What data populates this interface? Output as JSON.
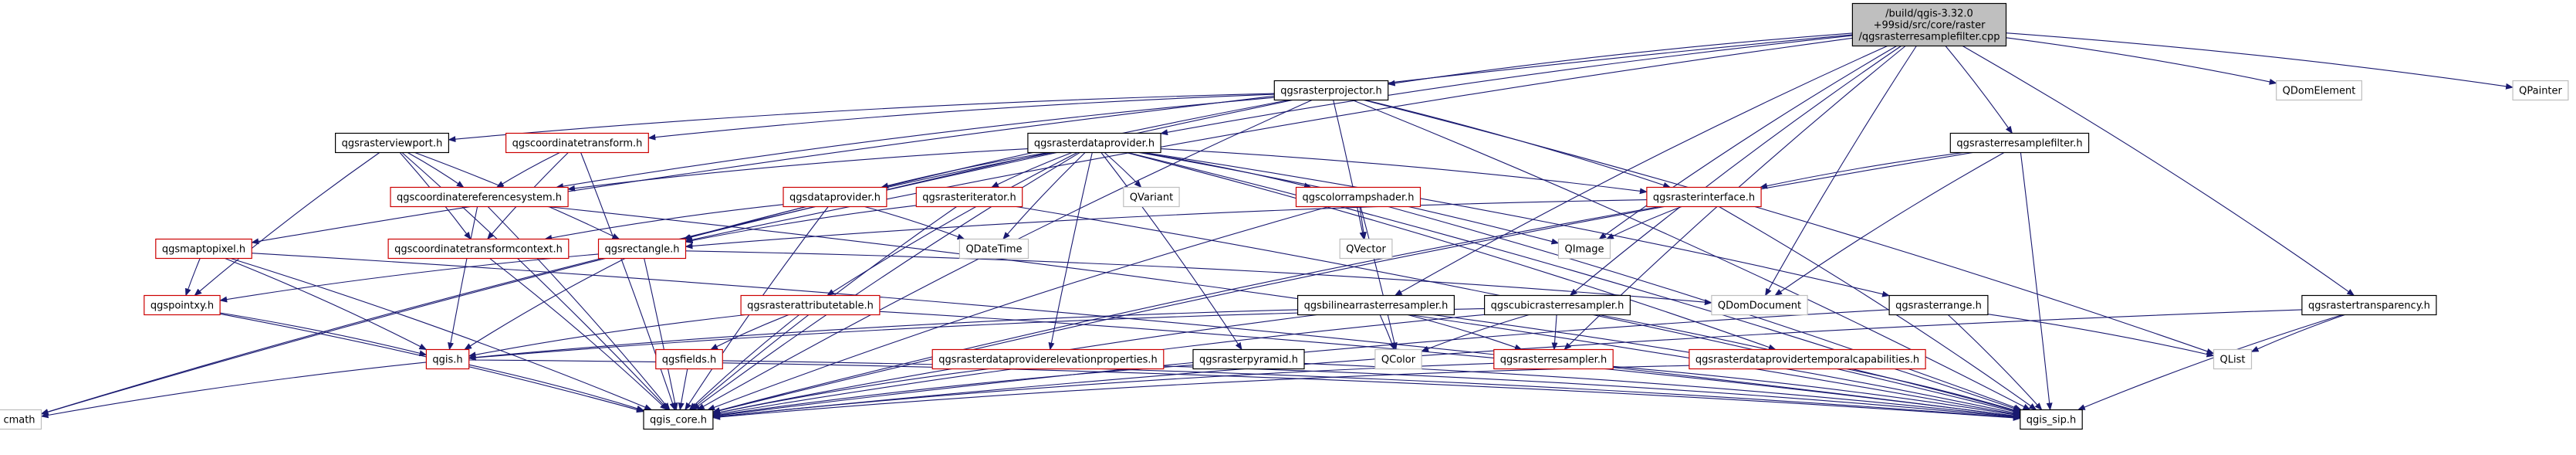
{
  "graph": {
    "colors": {
      "edge": "#191970",
      "text_link": "#000000",
      "text_red": "#cc0000",
      "border_black": "#000000",
      "border_red": "#cc0000",
      "border_gray": "#bfbfbf",
      "root_fill": "#bfbfbf",
      "fill": "#ffffff"
    },
    "nodes": [
      {
        "id": "root",
        "lines": [
          "/build/qgis-3.32.0",
          "+99sid/src/core/raster",
          "/qgsrasterresamplefilter.cpp"
        ],
        "style": "root"
      },
      {
        "id": "qgsrasterprojector",
        "lines": [
          "qgsrasterprojector.h"
        ],
        "style": "normal"
      },
      {
        "id": "qdomelement",
        "lines": [
          "QDomElement"
        ],
        "style": "gray"
      },
      {
        "id": "qpainter",
        "lines": [
          "QPainter"
        ],
        "style": "gray"
      },
      {
        "id": "qgsrasterviewport",
        "lines": [
          "qgsrasterviewport.h"
        ],
        "style": "normal"
      },
      {
        "id": "qgscoordinatetransform",
        "lines": [
          "qgscoordinatetransform.h"
        ],
        "style": "red"
      },
      {
        "id": "qgsrasterdataprovider",
        "lines": [
          "qgsrasterdataprovider.h"
        ],
        "style": "normal"
      },
      {
        "id": "qgsrasterresamplefilter",
        "lines": [
          "qgsrasterresamplefilter.h"
        ],
        "style": "normal"
      },
      {
        "id": "qgscoordinatereferencesystem",
        "lines": [
          "qgscoordinatereferencesystem.h"
        ],
        "style": "red"
      },
      {
        "id": "qgsdataprovider",
        "lines": [
          "qgsdataprovider.h"
        ],
        "style": "red"
      },
      {
        "id": "qgsrasteriterator",
        "lines": [
          "qgsrasteriterator.h"
        ],
        "style": "red"
      },
      {
        "id": "qvariant",
        "lines": [
          "QVariant"
        ],
        "style": "gray"
      },
      {
        "id": "qgscolorrampshader",
        "lines": [
          "qgscolorrampshader.h"
        ],
        "style": "red"
      },
      {
        "id": "qgsrasterinterface",
        "lines": [
          "qgsrasterinterface.h"
        ],
        "style": "red"
      },
      {
        "id": "qgsmaptopixel",
        "lines": [
          "qgsmaptopixel.h"
        ],
        "style": "red"
      },
      {
        "id": "qgscoordinatetransformcontext",
        "lines": [
          "qgscoordinatetransformcontext.h"
        ],
        "style": "red"
      },
      {
        "id": "qgsrectangle",
        "lines": [
          "qgsrectangle.h"
        ],
        "style": "red"
      },
      {
        "id": "qdatetime",
        "lines": [
          "QDateTime"
        ],
        "style": "gray"
      },
      {
        "id": "qvector",
        "lines": [
          "QVector"
        ],
        "style": "gray"
      },
      {
        "id": "qimage",
        "lines": [
          "QImage"
        ],
        "style": "gray"
      },
      {
        "id": "qgspointxy",
        "lines": [
          "qgspointxy.h"
        ],
        "style": "red"
      },
      {
        "id": "qgsrasterattributetable",
        "lines": [
          "qgsrasterattributetable.h"
        ],
        "style": "red"
      },
      {
        "id": "qgsbilinearrasterresampler",
        "lines": [
          "qgsbilinearrasterresampler.h"
        ],
        "style": "normal"
      },
      {
        "id": "qgscubicrasterresampler",
        "lines": [
          "qgscubicrasterresampler.h"
        ],
        "style": "normal"
      },
      {
        "id": "qdomdocument",
        "lines": [
          "QDomDocument"
        ],
        "style": "gray"
      },
      {
        "id": "qgsrasterrange",
        "lines": [
          "qgsrasterrange.h"
        ],
        "style": "normal"
      },
      {
        "id": "qgsrastertransparency",
        "lines": [
          "qgsrastertransparency.h"
        ],
        "style": "normal"
      },
      {
        "id": "qgis",
        "lines": [
          "qgis.h"
        ],
        "style": "red"
      },
      {
        "id": "qgsfields",
        "lines": [
          "qgsfields.h"
        ],
        "style": "red"
      },
      {
        "id": "qcolor",
        "lines": [
          "QColor"
        ],
        "style": "gray"
      },
      {
        "id": "qgsrasterresampler",
        "lines": [
          "qgsrasterresampler.h"
        ],
        "style": "red"
      },
      {
        "id": "qgsrasterdataproviderelevationproperties",
        "lines": [
          "qgsrasterdataproviderelevationproperties.h"
        ],
        "style": "red"
      },
      {
        "id": "qgsrasterpyramid",
        "lines": [
          "qgsrasterpyramid.h"
        ],
        "style": "normal"
      },
      {
        "id": "qgsrasterdataprovidertemporalcapabilities",
        "lines": [
          "qgsrasterdataprovidertemporalcapabilities.h"
        ],
        "style": "red"
      },
      {
        "id": "qlist",
        "lines": [
          "QList"
        ],
        "style": "gray"
      },
      {
        "id": "cmath",
        "lines": [
          "cmath"
        ],
        "style": "gray"
      },
      {
        "id": "qgis_core",
        "lines": [
          "qgis_core.h"
        ],
        "style": "normal"
      },
      {
        "id": "qgis_sip",
        "lines": [
          "qgis_sip.h"
        ],
        "style": "normal"
      }
    ],
    "edges": [
      [
        "root",
        "qgsrasterprojector"
      ],
      [
        "root",
        "qdomelement"
      ],
      [
        "root",
        "qpainter"
      ],
      [
        "root",
        "qgsrasterdataprovider"
      ],
      [
        "root",
        "qgsrasterresamplefilter"
      ],
      [
        "root",
        "qgsmaptopixel"
      ],
      [
        "root",
        "qgsrastertransparency"
      ],
      [
        "root",
        "qimage"
      ],
      [
        "root",
        "qgsbilinearrasterresampler"
      ],
      [
        "root",
        "qgscubicrasterresampler"
      ],
      [
        "root",
        "qgsrectangle"
      ],
      [
        "root",
        "qgsrasterresampler"
      ],
      [
        "root",
        "qdomdocument"
      ],
      [
        "qgsrasterprojector",
        "qgsrasterviewport"
      ],
      [
        "qgsrasterprojector",
        "qgscoordinatetransform"
      ],
      [
        "qgsrasterprojector",
        "qgscoordinatereferencesystem"
      ],
      [
        "qgsrasterprojector",
        "qgsrasterinterface"
      ],
      [
        "qgsrasterprojector",
        "qgsrectangle"
      ],
      [
        "qgsrasterprojector",
        "qvector"
      ],
      [
        "qgsrasterprojector",
        "qlist"
      ],
      [
        "qgsrasterprojector",
        "qgis_core"
      ],
      [
        "qgsrasterprojector",
        "qgis_sip"
      ],
      [
        "qgsrasterprojector",
        "cmath"
      ],
      [
        "qgsrasterviewport",
        "qgscoordinatereferencesystem"
      ],
      [
        "qgsrasterviewport",
        "qgsrectangle"
      ],
      [
        "qgsrasterviewport",
        "qgscoordinatetransformcontext"
      ],
      [
        "qgsrasterviewport",
        "qgspointxy"
      ],
      [
        "qgsrasterviewport",
        "qgis_core"
      ],
      [
        "qgscoordinatetransform",
        "qgscoordinatereferencesystem"
      ],
      [
        "qgscoordinatetransform",
        "qgscoordinatetransformcontext"
      ],
      [
        "qgscoordinatetransform",
        "qgis_core"
      ],
      [
        "qgsrasterdataprovider",
        "qgscoordinatereferencesystem"
      ],
      [
        "qgsrasterdataprovider",
        "qgsdataprovider"
      ],
      [
        "qgsrasterdataprovider",
        "qgsrasteriterator"
      ],
      [
        "qgsrasterdataprovider",
        "qvariant"
      ],
      [
        "qgsrasterdataprovider",
        "qgscolorrampshader"
      ],
      [
        "qgsrasterdataprovider",
        "qgsrasterinterface"
      ],
      [
        "qgsrasterdataprovider",
        "qgsrectangle"
      ],
      [
        "qgsrasterdataprovider",
        "qdatetime"
      ],
      [
        "qgsrasterdataprovider",
        "qimage"
      ],
      [
        "qgsrasterdataprovider",
        "qgsrasterattributetable"
      ],
      [
        "qgsrasterdataprovider",
        "qgsrasterpyramid"
      ],
      [
        "qgsrasterdataprovider",
        "qgsrasterdataproviderelevationproperties"
      ],
      [
        "qgsrasterdataprovider",
        "qgsrasterdataprovidertemporalcapabilities"
      ],
      [
        "qgsrasterdataprovider",
        "qgsrasterrange"
      ],
      [
        "qgsrasterdataprovider",
        "qgis_core"
      ],
      [
        "qgsrasterdataprovider",
        "qgis_sip"
      ],
      [
        "qgsrasterdataprovider",
        "cmath"
      ],
      [
        "qgsrasterresamplefilter",
        "qgsrasterinterface"
      ],
      [
        "qgsrasterresamplefilter",
        "qdomdocument"
      ],
      [
        "qgsrasterresamplefilter",
        "qgis_core"
      ],
      [
        "qgsrasterresamplefilter",
        "qgis_sip"
      ],
      [
        "qgsdataprovider",
        "qdatetime"
      ],
      [
        "qgsdataprovider",
        "qgscoordinatetransformcontext"
      ],
      [
        "qgsdataprovider",
        "qgis_core"
      ],
      [
        "qgsrasteriterator",
        "qgsrectangle"
      ],
      [
        "qgsrasteriterator",
        "qgis_core"
      ],
      [
        "qgsrasteriterator",
        "qgis_sip"
      ],
      [
        "qgscolorrampshader",
        "qcolor"
      ],
      [
        "qgscolorrampshader",
        "qvector"
      ],
      [
        "qgscolorrampshader",
        "qgis_core"
      ],
      [
        "qgscolorrampshader",
        "qgis_sip"
      ],
      [
        "qgsrasterinterface",
        "qimage"
      ],
      [
        "qgsrasterinterface",
        "qgsrectangle"
      ],
      [
        "qgsrasterinterface",
        "qgis_core"
      ],
      [
        "qgsrasterinterface",
        "qgis_sip"
      ],
      [
        "qgsmaptopixel",
        "qgspointxy"
      ],
      [
        "qgsmaptopixel",
        "qgis"
      ],
      [
        "qgsmaptopixel",
        "qgis_core"
      ],
      [
        "qgsmaptopixel",
        "qgis_sip"
      ],
      [
        "qgscoordinatereferencesystem",
        "qgis"
      ],
      [
        "qgscoordinatereferencesystem",
        "qgis_core"
      ],
      [
        "qgscoordinatereferencesystem",
        "qgis_sip"
      ],
      [
        "qgscoordinatetransformcontext",
        "qgis_core"
      ],
      [
        "qgsrectangle",
        "qgspointxy"
      ],
      [
        "qgsrectangle",
        "qgis"
      ],
      [
        "qgsrectangle",
        "qgis_core"
      ],
      [
        "qgsrectangle",
        "qdomdocument"
      ],
      [
        "qgspointxy",
        "qgis"
      ],
      [
        "qgspointxy",
        "qgis_core"
      ],
      [
        "qgsrasterattributetable",
        "qgis"
      ],
      [
        "qgsrasterattributetable",
        "qgsfields"
      ],
      [
        "qgsrasterattributetable",
        "qgis_core"
      ],
      [
        "qgsrasterattributetable",
        "qgis_sip"
      ],
      [
        "qgsbilinearrasterresampler",
        "qgsrasterresampler"
      ],
      [
        "qgsbilinearrasterresampler",
        "qcolor"
      ],
      [
        "qgsbilinearrasterresampler",
        "qgis"
      ],
      [
        "qgsbilinearrasterresampler",
        "qgis_core"
      ],
      [
        "qgsbilinearrasterresampler",
        "qgis_sip"
      ],
      [
        "qgscubicrasterresampler",
        "qgsrasterresampler"
      ],
      [
        "qgscubicrasterresampler",
        "qcolor"
      ],
      [
        "qgscubicrasterresampler",
        "qgis"
      ],
      [
        "qgscubicrasterresampler",
        "qgis_core"
      ],
      [
        "qgscubicrasterresampler",
        "qgis_sip"
      ],
      [
        "qgsrasterrange",
        "qgis_core"
      ],
      [
        "qgsrasterrange",
        "qgis_sip"
      ],
      [
        "qgsrasterrange",
        "qlist"
      ],
      [
        "qgsrastertransparency",
        "qlist"
      ],
      [
        "qgsrastertransparency",
        "qgis_core"
      ],
      [
        "qgsrastertransparency",
        "qgis_sip"
      ],
      [
        "qgis",
        "cmath"
      ],
      [
        "qgis",
        "qgis_core"
      ],
      [
        "qgis",
        "qgis_sip"
      ],
      [
        "qgsfields",
        "qgis_core"
      ],
      [
        "qgsfields",
        "qgis_sip"
      ],
      [
        "qgsrasterresampler",
        "qgis_core"
      ],
      [
        "qgsrasterresampler",
        "qgis_sip"
      ],
      [
        "qgsrasterdataproviderelevationproperties",
        "qgis_core"
      ],
      [
        "qgsrasterdataproviderelevationproperties",
        "qgis_sip"
      ],
      [
        "qgsrasterpyramid",
        "qgis_core"
      ],
      [
        "qgsrasterpyramid",
        "qgis_sip"
      ],
      [
        "qgsrasterdataprovidertemporalcapabilities",
        "qgis_core"
      ],
      [
        "qgsrasterdataprovidertemporalcapabilities",
        "qgis_sip"
      ]
    ]
  }
}
